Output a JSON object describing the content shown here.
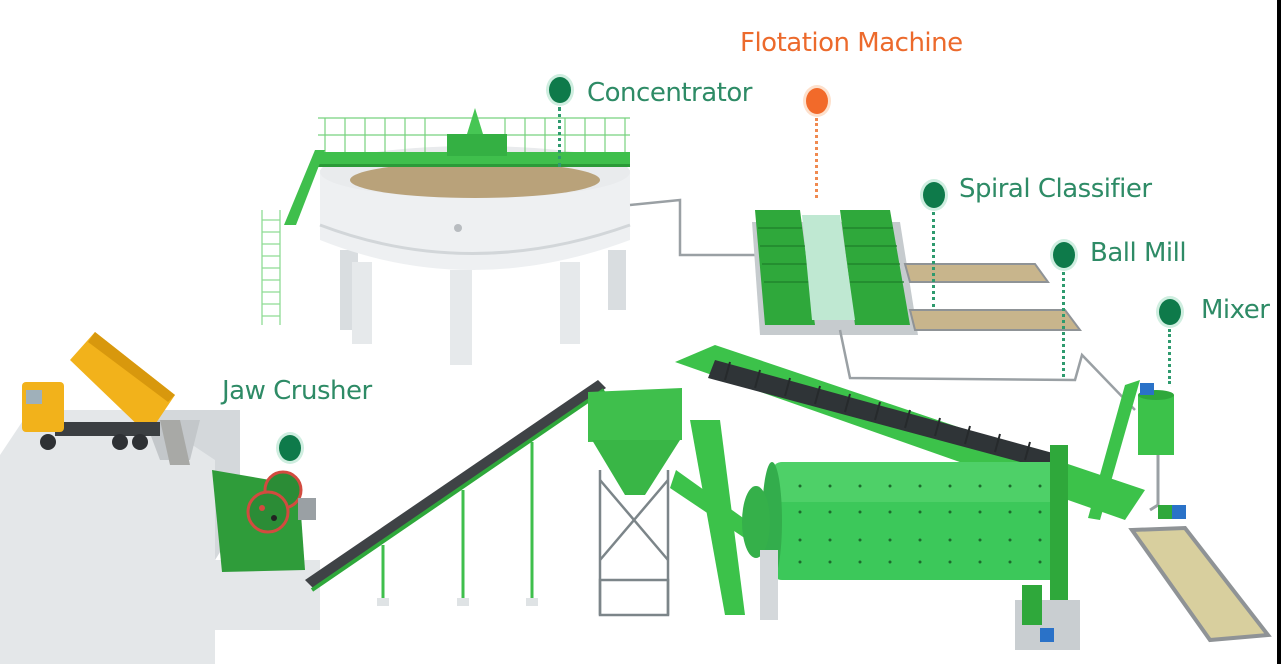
{
  "diagram": {
    "type": "mineral-processing-flow",
    "colors": {
      "equipment_green": "#3cc24a",
      "label_green": "#2e8b66",
      "marker_green": "#0e7a4a",
      "highlight_orange": "#ec6a2c",
      "concrete_gray": "#dfe3e5",
      "truck_yellow": "#f2b21b",
      "ore_tan": "#c9b58a"
    },
    "labels": [
      {
        "id": "flotation-machine",
        "text": "Flotation Machine",
        "highlighted": true
      },
      {
        "id": "concentrator",
        "text": "Concentrator",
        "highlighted": false
      },
      {
        "id": "spiral-classifier",
        "text": "Spiral Classifier",
        "highlighted": false
      },
      {
        "id": "ball-mill",
        "text": "Ball Mill",
        "highlighted": false
      },
      {
        "id": "mixer",
        "text": "Mixer",
        "highlighted": false
      },
      {
        "id": "jaw-crusher",
        "text": "Jaw Crusher",
        "highlighted": false
      }
    ],
    "components": [
      {
        "id": "dump-truck",
        "name": "Dump Truck"
      },
      {
        "id": "feed-hopper",
        "name": "Concrete Feed Bunker"
      },
      {
        "id": "jaw-crusher",
        "name": "Jaw Crusher"
      },
      {
        "id": "belt-conveyor",
        "name": "Belt Conveyor"
      },
      {
        "id": "silo-hopper",
        "name": "Storage Hopper"
      },
      {
        "id": "ball-mill",
        "name": "Ball Mill"
      },
      {
        "id": "spiral-classifier",
        "name": "Spiral Classifier"
      },
      {
        "id": "mixer",
        "name": "Mixer Tank"
      },
      {
        "id": "flotation-machine",
        "name": "Flotation Cells"
      },
      {
        "id": "concentrator",
        "name": "Thickener / Concentrator"
      },
      {
        "id": "tailings-trays",
        "name": "Tailings Trays"
      }
    ]
  }
}
